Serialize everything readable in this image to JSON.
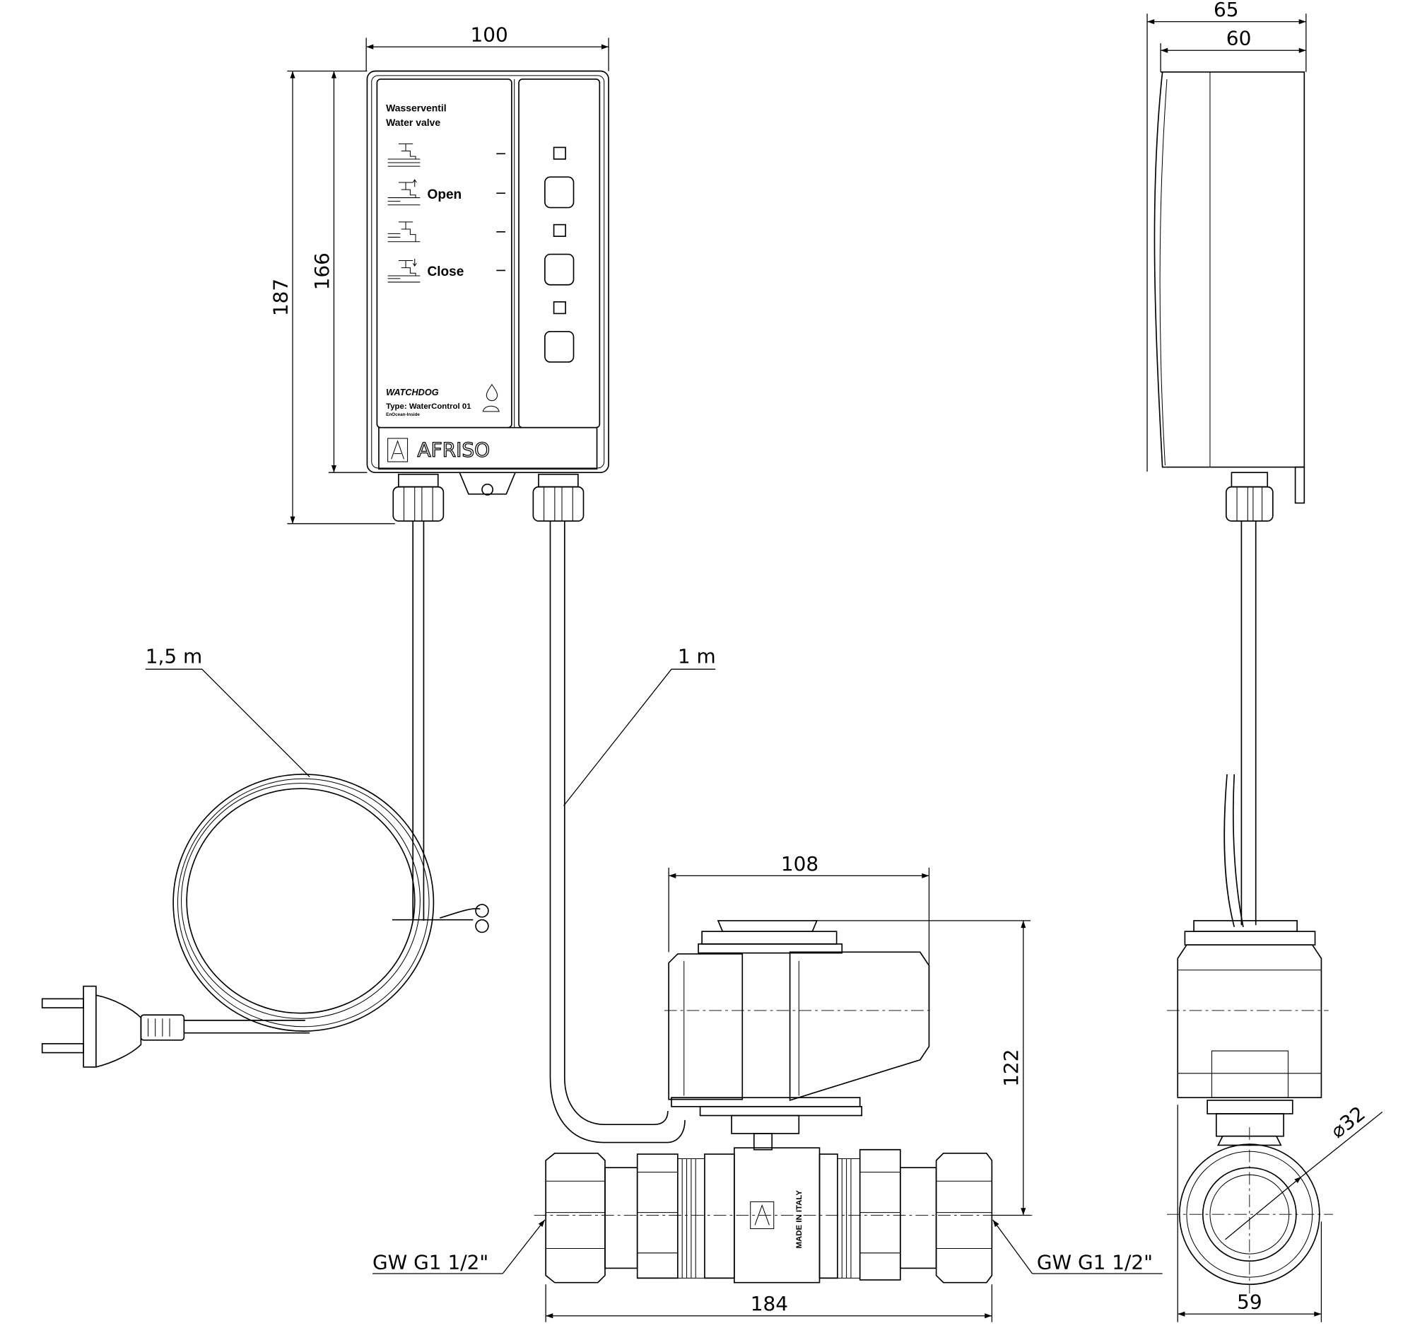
{
  "title": "AFRISO WATCHDOG WaterControl 01 – dimension drawing",
  "device": {
    "label_de": "Wasserventil",
    "label_en": "Water valve",
    "open_label": "Open",
    "close_label": "Close",
    "series_logo": "WATCHDOG",
    "type_label": "Type: WaterControl 01",
    "enocean_label": "EnOcean-Inside",
    "brand": "AFRISO"
  },
  "valve": {
    "origin_label": "MADE IN ITALY"
  },
  "dimensions": {
    "box_width": "100",
    "total_height": "187",
    "box_height": "166",
    "side_depth_total": "65",
    "side_depth": "60",
    "power_cable": "1,5 m",
    "valve_cable": "1 m",
    "actuator_width": "108",
    "valve_height": "122",
    "valve_length": "184",
    "valve_width": "59",
    "valve_diameter": "⌀32",
    "thread_left": "GW G1 1/2\"",
    "thread_right": "GW G1 1/2\""
  }
}
